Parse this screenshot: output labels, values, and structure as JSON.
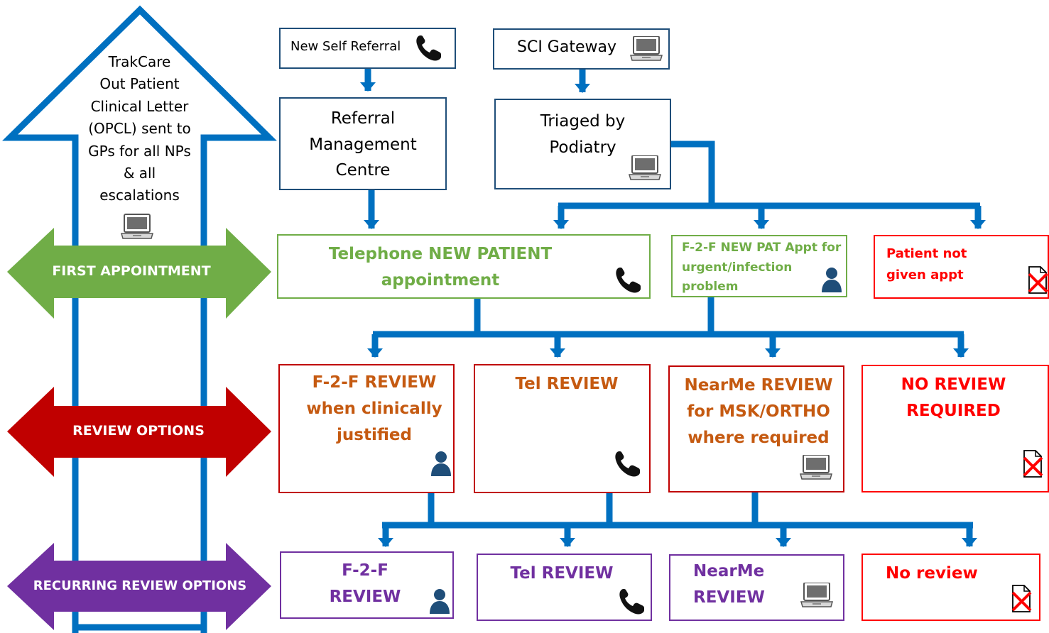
{
  "colors": {
    "flow_blue": "#0070c0",
    "box_border_blue": "#1f4e79",
    "green": "#70ad47",
    "dark_red": "#c00000",
    "orange": "#c55a11",
    "red": "#ff0000",
    "purple": "#7030a0"
  },
  "up_arrow": {
    "text": "TrakCare\nOut Patient\nClinical Letter\n(OPCL) sent to\nGPs for all NPs\n& all\nescalations",
    "icon": "laptop-icon"
  },
  "bands": {
    "first": "FIRST APPOINTMENT",
    "review": "REVIEW OPTIONS",
    "recurring": "RECURRING REVIEW OPTIONS"
  },
  "sources": {
    "self_referral": {
      "label": "New Self Referral",
      "icon": "phone-icon"
    },
    "sci_gateway": {
      "label": "SCI Gateway",
      "icon": "laptop-icon"
    }
  },
  "process": {
    "referral_mgmt": {
      "label": "Referral\nManagement\nCentre"
    },
    "triaged": {
      "label": "Triaged by\nPodiatry",
      "icon": "laptop-icon"
    }
  },
  "first_appointment": {
    "telephone": {
      "label": "Telephone NEW PATIENT\nappointment",
      "icon": "phone-icon"
    },
    "f2f": {
      "label": "F-2-F NEW PAT Appt for\nurgent/infection\nproblem",
      "icon": "person-icon"
    },
    "not_given": {
      "label": "Patient not\ngiven appt",
      "icon": "cancelled-document-icon"
    }
  },
  "review_options": {
    "f2f": {
      "label": "F-2-F REVIEW\nwhen clinically\njustified",
      "icon": "person-icon"
    },
    "tel": {
      "label": "Tel REVIEW",
      "icon": "phone-icon"
    },
    "nearme": {
      "label": "NearMe REVIEW\nfor MSK/ORTHO\nwhere required",
      "icon": "laptop-icon"
    },
    "none": {
      "label": "NO REVIEW\nREQUIRED",
      "icon": "cancelled-document-icon"
    }
  },
  "recurring_options": {
    "f2f": {
      "label": "F-2-F\nREVIEW",
      "icon": "person-icon"
    },
    "tel": {
      "label": "Tel REVIEW",
      "icon": "phone-icon"
    },
    "nearme": {
      "label": "NearMe\nREVIEW",
      "icon": "laptop-icon"
    },
    "none": {
      "label": "No review",
      "icon": "cancelled-document-icon"
    }
  }
}
